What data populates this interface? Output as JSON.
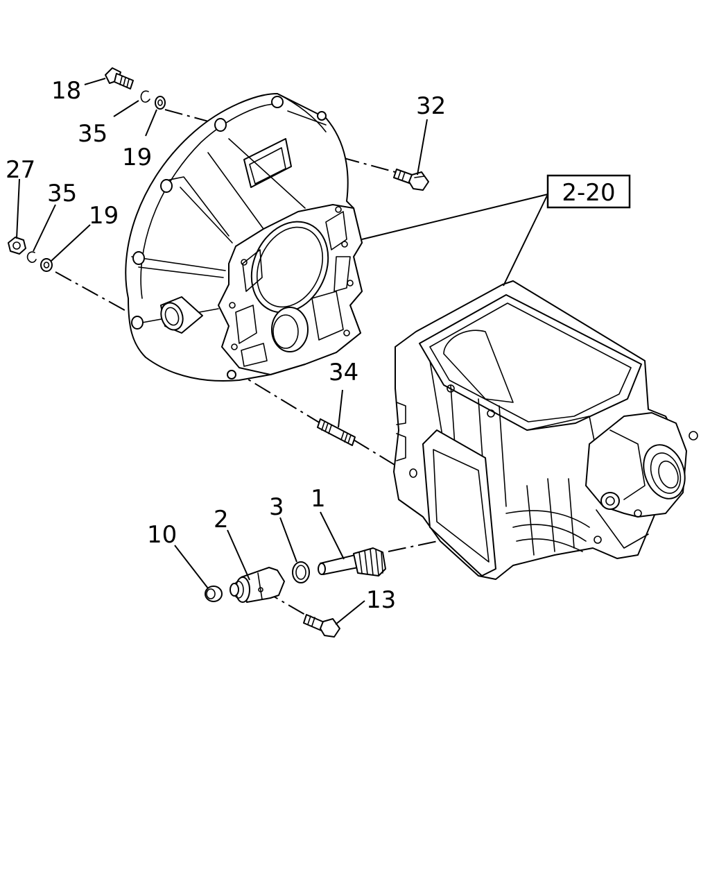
{
  "callouts": {
    "c18": "18",
    "c35a": "35",
    "c19a": "19",
    "c32": "32",
    "c27": "27",
    "c35b": "35",
    "c19b": "19",
    "c34": "34",
    "c1": "1",
    "c3": "3",
    "c2": "2",
    "c10": "10",
    "c13": "13"
  },
  "reference_box": {
    "label": "2-20"
  }
}
